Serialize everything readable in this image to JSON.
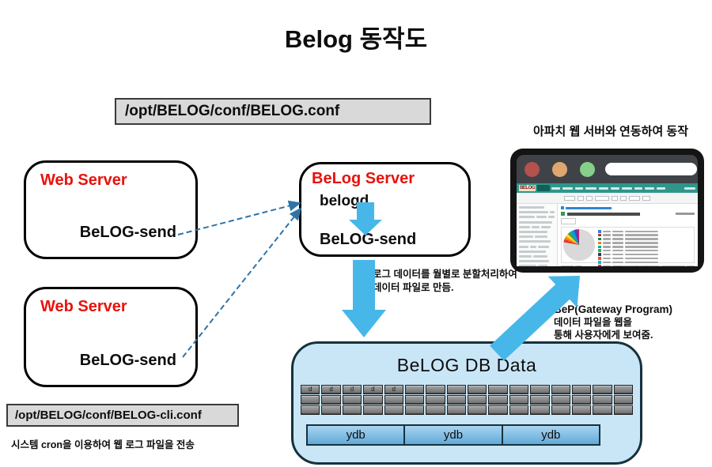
{
  "title": "Belog 동작도",
  "conf_top": {
    "path": "/opt/BELOG/conf/BELOG.conf"
  },
  "conf_bottom": {
    "path": "/opt/BELOG/conf/BELOG-cli.conf"
  },
  "captions": {
    "apache": "아파치 웹 서버와 연동하여 동작",
    "split_line1": "로그 데이터를 월별로 분할처리하여",
    "split_line2": "데이터 파일로 만듬.",
    "bep_line1": "BeP(Gateway Program)",
    "bep_line2": "데이터 파일을 웹을",
    "bep_line3": "통해 사용자에게 보여줌.",
    "cron": "시스템 cron을 이용하여 웹 로그 파일을 전송"
  },
  "web_server_1": {
    "title": "Web Server",
    "process": "BeLOG-send"
  },
  "web_server_2": {
    "title": "Web Server",
    "process": "BeLOG-send"
  },
  "belog_server": {
    "title": "BeLog Server",
    "daemon": "belogd",
    "process": "BeLOG-send"
  },
  "db": {
    "title": "BeLOG DB Data",
    "grid": {
      "rows": 3,
      "cols": 16,
      "cell_label": "d",
      "labeled_cells": 5
    },
    "ydb_labels": [
      "ydb",
      "ydb",
      "ydb"
    ]
  },
  "browser": {
    "logo": "BELOG",
    "traffic_light_colors": [
      "#b5524e",
      "#dfa76f",
      "#85cf8a"
    ],
    "header_color": "#2f968b",
    "legend_colors": [
      "#3b7dd8",
      "#b03a2e",
      "#1d8348",
      "#e67e22",
      "#17a589",
      "#27ae60",
      "#2c3e50",
      "#e74c3c",
      "#00bcd4",
      "#e91e63"
    ],
    "pie_slices": [
      {
        "color": "#d9d9d9",
        "from": 0,
        "to": 280
      },
      {
        "color": "#e53935",
        "from": 280,
        "to": 292
      },
      {
        "color": "#fb8c00",
        "from": 292,
        "to": 303
      },
      {
        "color": "#fdd835",
        "from": 303,
        "to": 314
      },
      {
        "color": "#43a047",
        "from": 314,
        "to": 324
      },
      {
        "color": "#00acc1",
        "from": 324,
        "to": 333
      },
      {
        "color": "#1e88e5",
        "from": 333,
        "to": 342
      },
      {
        "color": "#3949ab",
        "from": 342,
        "to": 349
      },
      {
        "color": "#8e24aa",
        "from": 349,
        "to": 355
      },
      {
        "color": "#d81b60",
        "from": 355,
        "to": 360
      }
    ]
  },
  "colors": {
    "node_title_red": "#e8120c",
    "big_arrow_blue": "#47b7e9",
    "dashed_arrow_blue": "#2e74a8",
    "db_box_fill": "#c9e6f7"
  }
}
